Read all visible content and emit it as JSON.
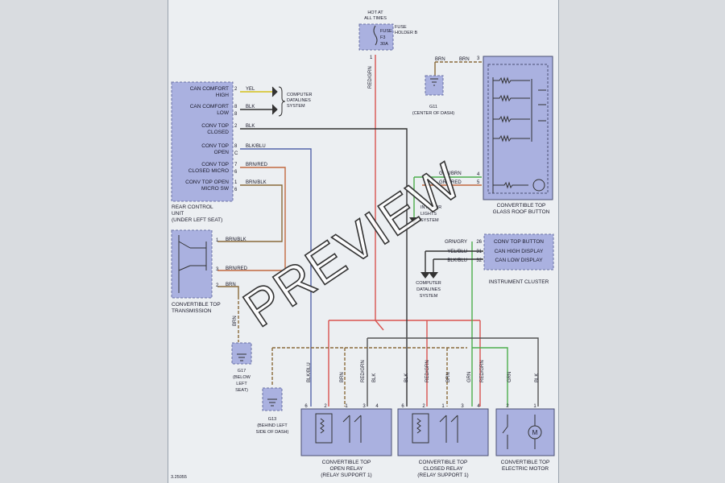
{
  "fuse": {
    "power_label": "HOT AT",
    "power_label2": "ALL TIMES",
    "holder_label": "FUSE",
    "holder_label2": "HOLDER B",
    "fuse_name": "FUSE",
    "fuse_id": "F3",
    "fuse_rating": "30A",
    "pin": "1",
    "wire": "RED/GRN"
  },
  "rear_control_unit": {
    "label1": "REAR CONTROL",
    "label2": "UNIT",
    "label3": "(UNDER LEFT SEAT)",
    "rows": [
      {
        "l1": "CAN COMFORT",
        "l2": "HIGH",
        "pin_a": "2",
        "pin_b": "",
        "wire": "YEL"
      },
      {
        "l1": "CAN COMFORT",
        "l2": "LOW",
        "pin_a": "8",
        "pin_b": "8",
        "wire": "BLK"
      },
      {
        "l1": "CONV TOP",
        "l2": "CLOSED",
        "pin_a": "2",
        "pin_b": "",
        "wire": "BLK"
      },
      {
        "l1": "CONV TOP",
        "l2": "OPEN",
        "pin_a": "8",
        "pin_b": "C",
        "wire": "BLK/BLU"
      },
      {
        "l1": "CONV TOP",
        "l2": "CLOSED MICRO",
        "pin_a": "7",
        "pin_b": "6",
        "wire": "BRN/RED"
      },
      {
        "l1": "CONV TOP OPEN",
        "l2": "MICRO SW",
        "pin_a": "1",
        "pin_b": "6",
        "wire": "BRN/BLK"
      }
    ]
  },
  "computer_datalines_1": {
    "l1": "COMPUTER",
    "l2": "DATALINES",
    "l3": "SYSTEM"
  },
  "ground_g_dash": {
    "id": "G11",
    "label": "(CENTER OF DASH)",
    "wire": "BRN"
  },
  "glass_roof_button": {
    "label1": "CONVERTIBLE TOP",
    "label2": "GLASS ROOF BUTTON",
    "pin_top": "3",
    "wire_top": "BRN",
    "pin_a": "4",
    "wire_a": "GRN/BRN",
    "pin_b": "5",
    "wire_b": "GRN/RED"
  },
  "interior_lights": {
    "l1": "INTERIOR",
    "l2": "LIGHTS",
    "l3": "SYSTEM"
  },
  "instrument_cluster": {
    "label": "INSTRUMENT CLUSTER",
    "rows": [
      {
        "text": "CONV TOP BUTTON",
        "pin": "26",
        "wire": "GRN/GRY"
      },
      {
        "text": "CAN HIGH DISPLAY",
        "pin": "31",
        "wire": "YEL/BLU"
      },
      {
        "text": "CAN LOW DISPLAY",
        "pin": "32",
        "wire": "BLK/BLU"
      }
    ]
  },
  "computer_datalines_2": {
    "l1": "COMPUTER",
    "l2": "DATALINES",
    "l3": "SYSTEM"
  },
  "transmission": {
    "label1": "CONVERTIBLE TOP",
    "label2": "TRANSMISSION",
    "pins": [
      {
        "pin": "1",
        "wire": "BRN/BLK"
      },
      {
        "pin": "3",
        "wire": "BRN/RED"
      },
      {
        "pin": "2",
        "wire": "BRN"
      }
    ],
    "ground_wire": "BRN"
  },
  "ground_g7": {
    "id": "G17",
    "l1": "(BELOW",
    "l2": "LEFT",
    "l3": "SEAT)"
  },
  "ground_g3": {
    "id": "G13",
    "l1": "(BEHIND LEFT",
    "l2": "SIDE OF DASH)"
  },
  "open_relay": {
    "l1": "CONVERTIBLE TOP",
    "l2": "OPEN RELAY",
    "l3": "(RELAY SUPPORT 1)",
    "pins": [
      "6",
      "2",
      "1",
      "3",
      "4"
    ],
    "wires": [
      "BLK/BLU",
      "BRN",
      "RED/GRN",
      "BLK"
    ]
  },
  "closed_relay": {
    "l1": "CONVERTIBLE TOP",
    "l2": "CLOSED RELAY",
    "l3": "(RELAY SUPPORT 1)",
    "pins": [
      "6",
      "2",
      "1",
      "3",
      "4"
    ],
    "wires": [
      "BLK",
      "RED/GRN",
      "BRN",
      "GRN",
      "RED/GRN"
    ]
  },
  "motor": {
    "l1": "CONVERTIBLE TOP",
    "l2": "ELECTRIC MOTOR",
    "pins": [
      "2",
      "1"
    ],
    "wires": [
      "GRN",
      "BLK"
    ],
    "symbol": "M"
  },
  "diagram_id": "3.25055",
  "watermark": "PREVIEW"
}
